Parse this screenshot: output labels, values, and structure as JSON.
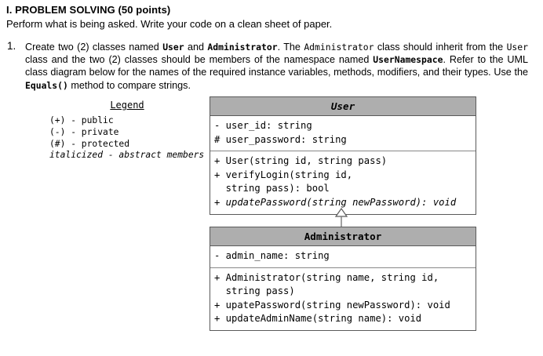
{
  "document": {
    "section_heading": "I. PROBLEM SOLVING (50 points)",
    "section_subtitle": "Perform what is being asked. Write your code on a clean sheet of paper.",
    "item_number": "1.",
    "item_text_parts": {
      "p1": "Create two (2) classes named ",
      "code1": "User",
      "p2": " and ",
      "code2": "Administrator",
      "p3": ". The ",
      "code3": "Administrator",
      "p4": " class should inherit from the ",
      "code4": "User",
      "p5": " class and the two (2) classes should be members of the namespace named ",
      "code5": "UserNamespace",
      "p6": ". Refer to the UML class diagram below for the names of the required instance variables, methods, modifiers, and their types. Use the ",
      "code6": "Equals()",
      "p7": " method to compare strings."
    }
  },
  "legend": {
    "title": "Legend",
    "entries": [
      "(+) - public",
      "(-) - private",
      "(#) - protected"
    ],
    "abstract_entry": "italicized - abstract members"
  },
  "uml": {
    "classes": [
      {
        "name": "User",
        "name_style": "bold-italic",
        "attributes": [
          "- user_id: string",
          "# user_password: string"
        ],
        "methods": [
          {
            "text": "+ User(string id, string pass)",
            "abstract": false
          },
          {
            "text": "+ verifyLogin(string id,",
            "abstract": false
          },
          {
            "text": "  string pass): bool",
            "abstract": false
          },
          {
            "text": "+ updatePassword(string newPassword): void",
            "abstract": true
          }
        ]
      },
      {
        "name": "Administrator",
        "name_style": "bold",
        "attributes": [
          "- admin_name: string"
        ],
        "methods": [
          {
            "text": "+ Administrator(string name, string id,",
            "abstract": false
          },
          {
            "text": "  string pass)",
            "abstract": false
          },
          {
            "text": "+ upatePassword(string newPassword): void",
            "abstract": false
          },
          {
            "text": "+ updateAdminName(string name): void",
            "abstract": false
          }
        ]
      }
    ],
    "relationship": "generalization-administrator-inherits-user"
  },
  "colors": {
    "header_fill": "#aeaeae",
    "border": "#5a5a5a",
    "separator": "#888888",
    "background": "#ffffff",
    "text": "#000000"
  }
}
